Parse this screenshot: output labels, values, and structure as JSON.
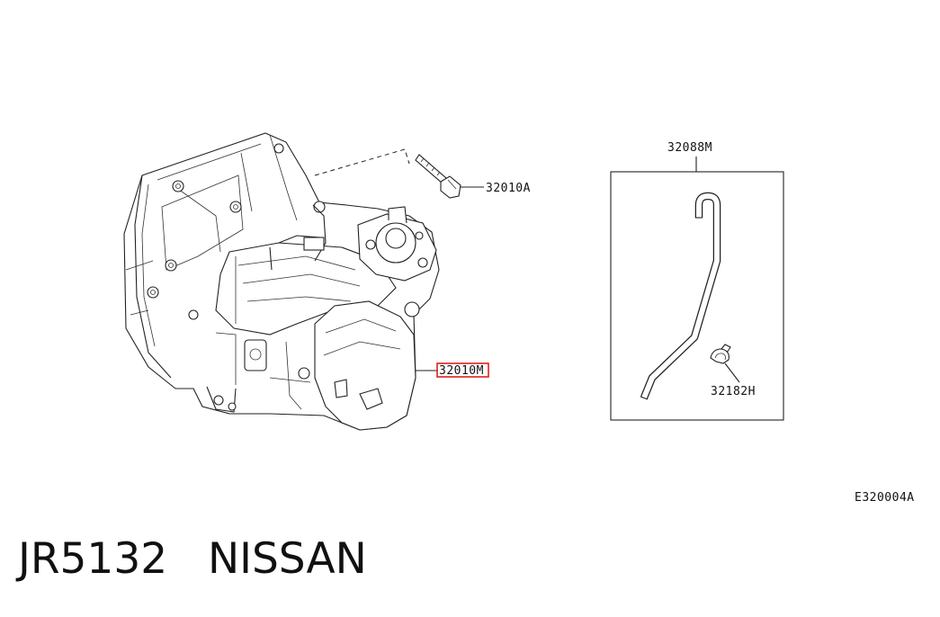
{
  "diagram": {
    "labels": {
      "bolt": "32010A",
      "transmission": "32010M",
      "breather_kit": "32088M",
      "clip": "32182H",
      "figure_code": "E320004A"
    },
    "highlight_color": "#e0201c"
  },
  "caption": {
    "text": "JR5132   NISSAN"
  }
}
